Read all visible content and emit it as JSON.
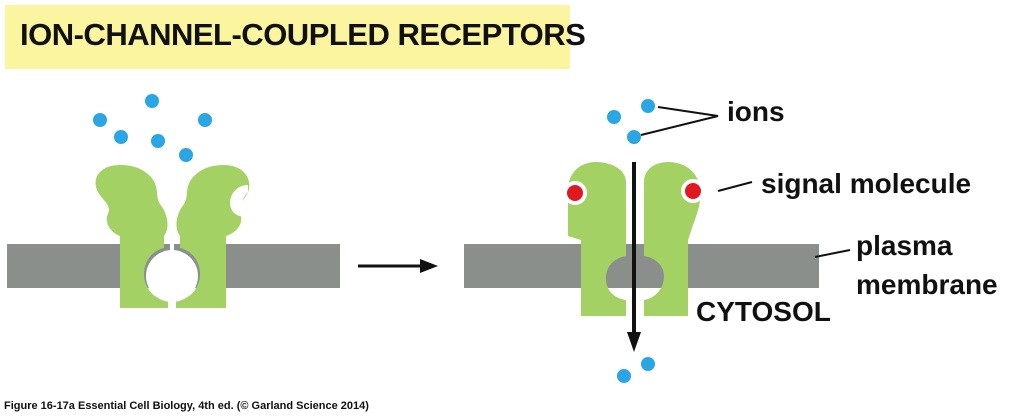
{
  "title": "ION-CHANNEL-COUPLED RECEPTORS",
  "labels": {
    "ions": "ions",
    "signal_molecule": "signal molecule",
    "plasma": "plasma",
    "membrane": "membrane",
    "cytosol": "CYTOSOL"
  },
  "caption": "Figure 16-17a  Essential Cell Biology, 4th ed. (© Garland Science 2014)",
  "colors": {
    "title_background": "#fcf5a0",
    "membrane": "#8a8f8c",
    "receptor": "#a3d164",
    "ion": "#29a6e3",
    "signal_molecule": "#e0191f",
    "arrow": "#111111"
  }
}
